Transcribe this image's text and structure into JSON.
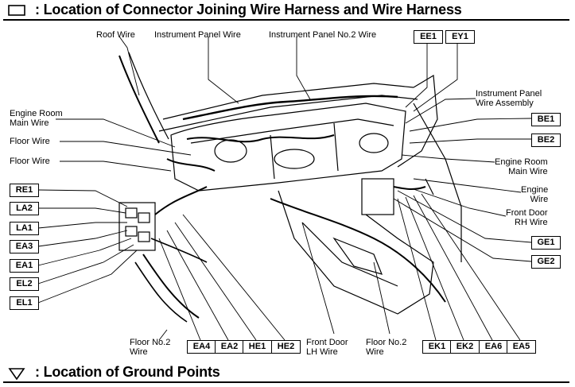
{
  "sections": {
    "connector_title": ": Location of Connector Joining Wire Harness and Wire Harness",
    "ground_title": ": Location of Ground Points"
  },
  "labels": {
    "roof_wire": "Roof Wire",
    "instrument_panel_wire": "Instrument Panel Wire",
    "instrument_panel_no2_wire": "Instrument Panel No.2 Wire",
    "engine_room_main_wire_left": "Engine Room\nMain Wire",
    "floor_wire_1": "Floor Wire",
    "floor_wire_2": "Floor Wire",
    "instrument_panel_wire_assembly": "Instrument Panel\nWire Assembly",
    "engine_room_main_wire_right": "Engine Room\nMain Wire",
    "engine_wire": "Engine\nWire",
    "front_door_rh_wire": "Front Door\nRH Wire",
    "floor_no2_wire_left": "Floor No.2\nWire",
    "front_door_lh_wire": "Front Door\nLH Wire",
    "floor_no2_wire_right": "Floor No.2\nWire"
  },
  "connectors": {
    "ee1": "EE1",
    "ey1": "EY1",
    "be1": "BE1",
    "be2": "BE2",
    "re1": "RE1",
    "la2": "LA2",
    "la1": "LA1",
    "ea3": "EA3",
    "ea1": "EA1",
    "el2": "EL2",
    "el1": "EL1",
    "ge1": "GE1",
    "ge2": "GE2",
    "ea4": "EA4",
    "ea2": "EA2",
    "he1": "HE1",
    "he2": "HE2",
    "ek1": "EK1",
    "ek2": "EK2",
    "ea6": "EA6",
    "ea5": "EA5"
  }
}
